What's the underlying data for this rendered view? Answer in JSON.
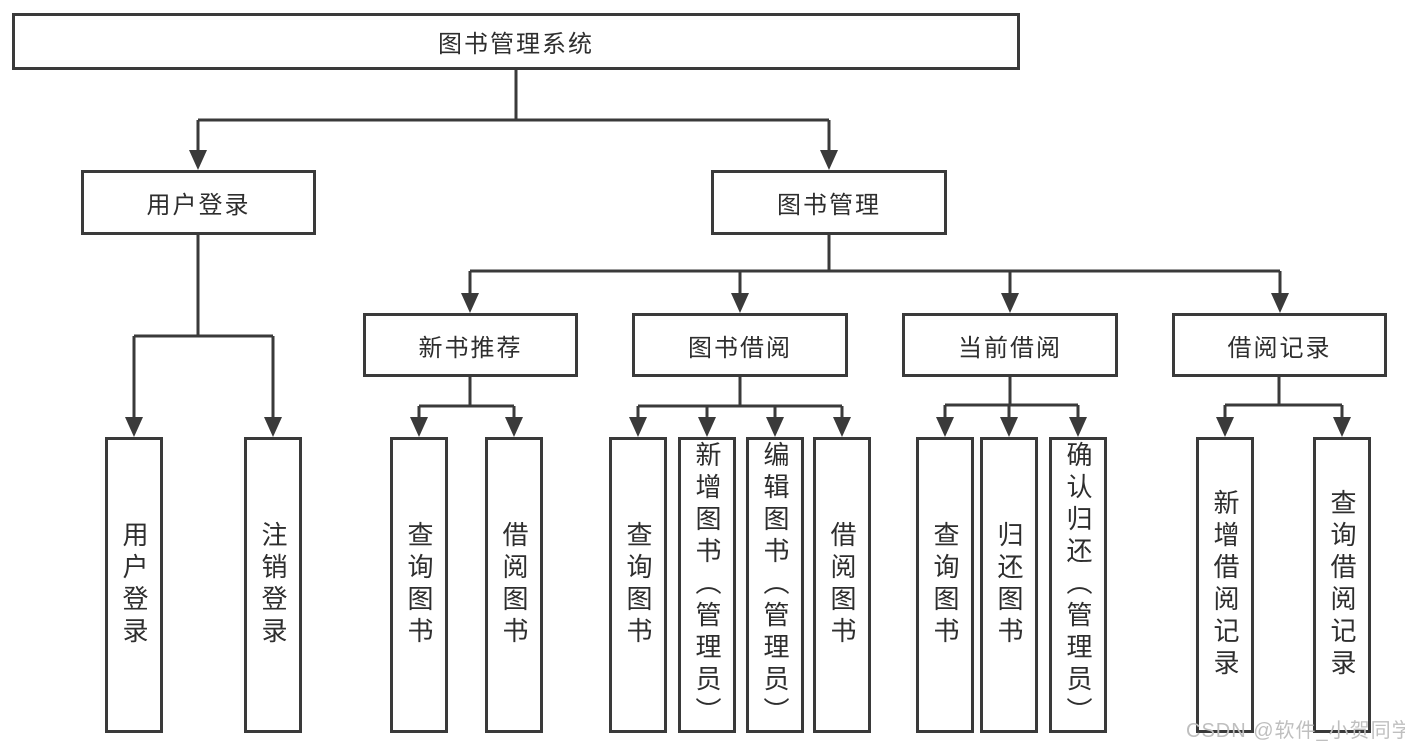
{
  "diagram_type": "tree",
  "tree": {
    "label": "图书管理系统",
    "children": [
      {
        "label": "用户登录",
        "children": [
          {
            "label": "用户登录"
          },
          {
            "label": "注销登录"
          }
        ]
      },
      {
        "label": "图书管理",
        "children": [
          {
            "label": "新书推荐",
            "children": [
              {
                "label": "查询图书"
              },
              {
                "label": "借阅图书"
              }
            ]
          },
          {
            "label": "图书借阅",
            "children": [
              {
                "label": "查询图书"
              },
              {
                "label": "新增图书（管理员）"
              },
              {
                "label": "编辑图书（管理员）"
              },
              {
                "label": "借阅图书"
              }
            ]
          },
          {
            "label": "当前借阅",
            "children": [
              {
                "label": "查询图书"
              },
              {
                "label": "归还图书"
              },
              {
                "label": "确认归还（管理员）"
              }
            ]
          },
          {
            "label": "借阅记录",
            "children": [
              {
                "label": "新增借阅记录"
              },
              {
                "label": "查询借阅记录"
              }
            ]
          }
        ]
      }
    ]
  },
  "watermark": {
    "text": "CSDN @软件_小贺同学"
  },
  "colors": {
    "line": "#3a3a3a",
    "text": "#2e2e2e",
    "background": "#ffffff",
    "watermark": "#bfbfbf"
  }
}
